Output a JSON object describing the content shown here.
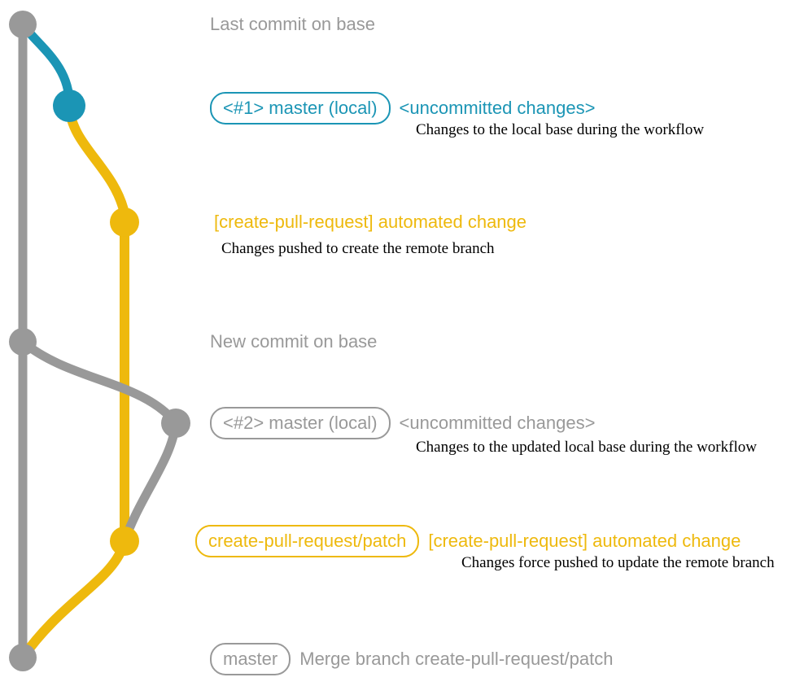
{
  "colors": {
    "gray": "#999999",
    "blue": "#1b95b5",
    "yellow": "#eeb90d",
    "ink": "#000000",
    "background": "#ffffff"
  },
  "captions": {
    "last_commit": "Last commit on base",
    "new_commit": "New commit on base"
  },
  "commits": [
    {
      "branch_tag": "<#1> master (local)",
      "title": "<uncommitted changes>",
      "description": "Changes to the local base during the workflow",
      "color": "blue"
    },
    {
      "title": "[create-pull-request] automated change",
      "description": "Changes pushed to create the remote branch",
      "color": "yellow"
    },
    {
      "branch_tag": "<#2> master (local)",
      "title": "<uncommitted changes>",
      "description": "Changes to the updated local base during the workflow",
      "color": "gray"
    },
    {
      "branch_tag": "create-pull-request/patch",
      "title": "[create-pull-request] automated change",
      "description": "Changes force pushed to update the remote branch",
      "color": "yellow"
    },
    {
      "branch_tag": "master",
      "title": "Merge branch create-pull-request/patch",
      "color": "gray"
    }
  ]
}
